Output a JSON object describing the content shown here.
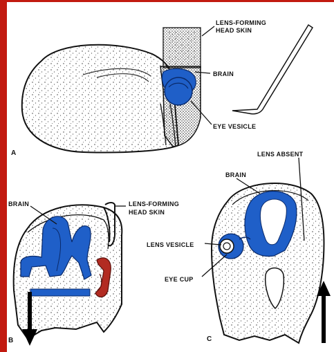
{
  "panels": {
    "a": {
      "letter": "A",
      "labels": {
        "lens_forming_1": "LENS-FORMING",
        "lens_forming_2": "HEAD SKIN",
        "brain": "BRAIN",
        "eye_vesicle": "EYE VESICLE"
      }
    },
    "b": {
      "letter": "B",
      "labels": {
        "brain": "BRAIN",
        "lens_forming_1": "LENS-FORMING",
        "lens_forming_2": "HEAD SKIN"
      }
    },
    "c": {
      "letter": "C",
      "labels": {
        "brain": "BRAIN",
        "lens_absent": "LENS ABSENT",
        "lens_vesicle": "LENS VESICLE",
        "eye_cup": "EYE CUP"
      }
    }
  },
  "colors": {
    "brain": "#1f5fc8",
    "graft": "#b22b22",
    "frame": "#c21a10"
  },
  "arrows": {
    "left": "down-arrow",
    "right": "up-arrow"
  }
}
